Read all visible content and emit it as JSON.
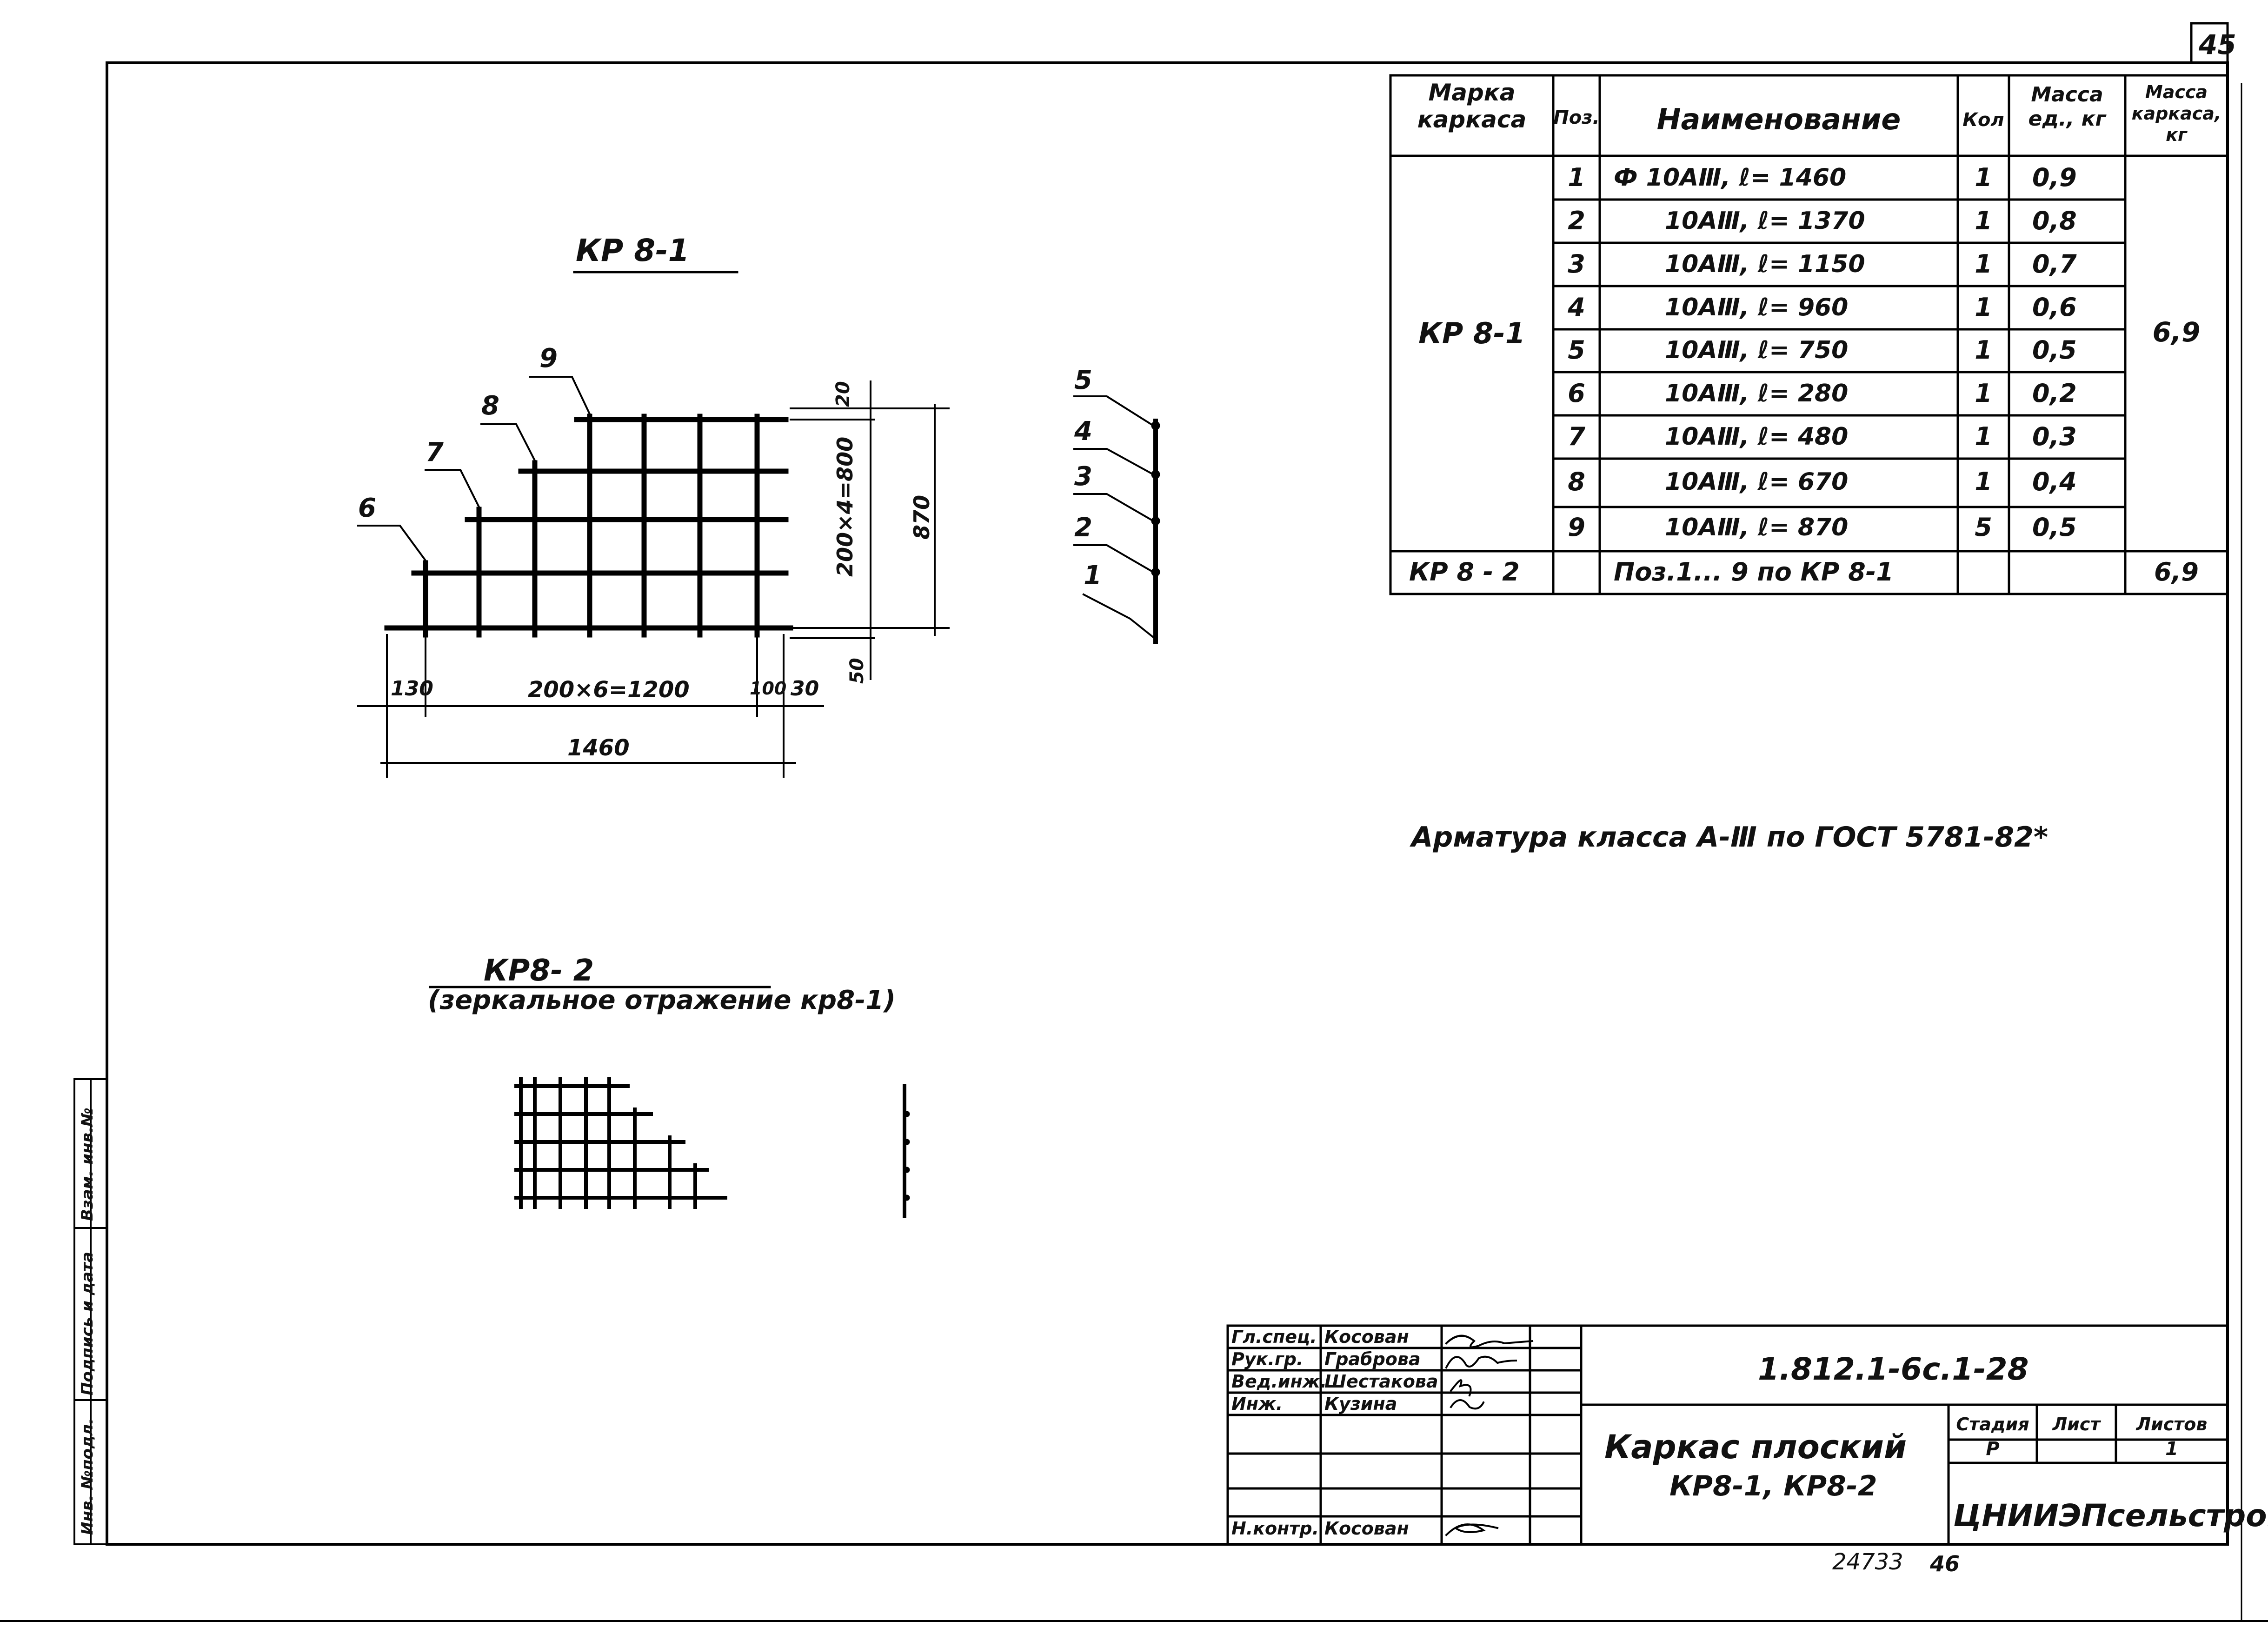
{
  "page_number": "45",
  "title_frame": {
    "kp8_1_title": "КР 8-1",
    "kp8_2_title": "КР8- 2",
    "kp8_2_subtitle": "(зеркальное отражение кр8-1)",
    "callouts_left": [
      "6",
      "7",
      "8",
      "9"
    ],
    "callouts_side": [
      "5",
      "4",
      "3",
      "2",
      "1"
    ],
    "dims": {
      "top_dim": "20",
      "vertical_dim": "200×4=800",
      "total_height": "870",
      "bottom_dim": "50",
      "left_offset": "130",
      "spacing": "200×6=1200",
      "right_offset": "100",
      "right_tail": "30",
      "total_width": "1460"
    },
    "note": "Арматура класса А-Ⅲ по ГОСТ 5781-82*"
  },
  "spec_table": {
    "headers": {
      "mark": "Марка каркаса",
      "pos": "Поз.",
      "name": "Наименование",
      "qty": "Кол",
      "unit_mass": "Масса ед., кг",
      "frame_mass": "Масса каркаса, кг"
    },
    "group1_mark": "КР 8-1",
    "group1_mass": "6,9",
    "rows": [
      {
        "pos": "1",
        "name": "Ф  10АⅢ,  ℓ= 1460",
        "qty": "1",
        "mass": "0,9"
      },
      {
        "pos": "2",
        "name": "10АⅢ,  ℓ= 1370",
        "qty": "1",
        "mass": "0,8"
      },
      {
        "pos": "3",
        "name": "10АⅢ,  ℓ= 1150",
        "qty": "1",
        "mass": "0,7"
      },
      {
        "pos": "4",
        "name": "10АⅢ,  ℓ= 960",
        "qty": "1",
        "mass": "0,6"
      },
      {
        "pos": "5",
        "name": "10АⅢ,  ℓ= 750",
        "qty": "1",
        "mass": "0,5"
      },
      {
        "pos": "6",
        "name": "10АⅢ,  ℓ= 280",
        "qty": "1",
        "mass": "0,2"
      },
      {
        "pos": "7",
        "name": "10АⅢ,  ℓ= 480",
        "qty": "1",
        "mass": "0,3"
      },
      {
        "pos": "8",
        "name": "10АⅢ,  ℓ= 670",
        "qty": "1",
        "mass": "0,4"
      },
      {
        "pos": "9",
        "name": "10АⅢ,  ℓ= 870",
        "qty": "5",
        "mass": "0,5"
      }
    ],
    "group2_mark": "КР 8 - 2",
    "group2_name": "Поз.1... 9 по КР 8-1",
    "group2_mass": "6,9"
  },
  "stamp": {
    "roles": [
      "Гл.спец.",
      "Рук.гр.",
      "Вед.инж.",
      "Инж.",
      "",
      "",
      "Н.контр."
    ],
    "names": [
      "Косован",
      "Граброва",
      "Шестакова",
      "Кузина",
      "",
      "",
      "Косован"
    ],
    "doc_code": "1.812.1-6с.1-28",
    "item_title_1": "Каркас плоский",
    "item_title_2": "КР8-1, КР8-2",
    "stage_label": "Стадия",
    "sheet_label": "Лист",
    "sheets_label": "Листов",
    "stage_value": "Р",
    "sheets_value": "1",
    "org": "ЦНИИЭПсельстрой"
  },
  "side_stamp": [
    "Инв. №подл.",
    "Подпись и дата",
    "Взам. инв.№"
  ],
  "footer": {
    "archive_no": "24733",
    "page_ref": "46"
  }
}
